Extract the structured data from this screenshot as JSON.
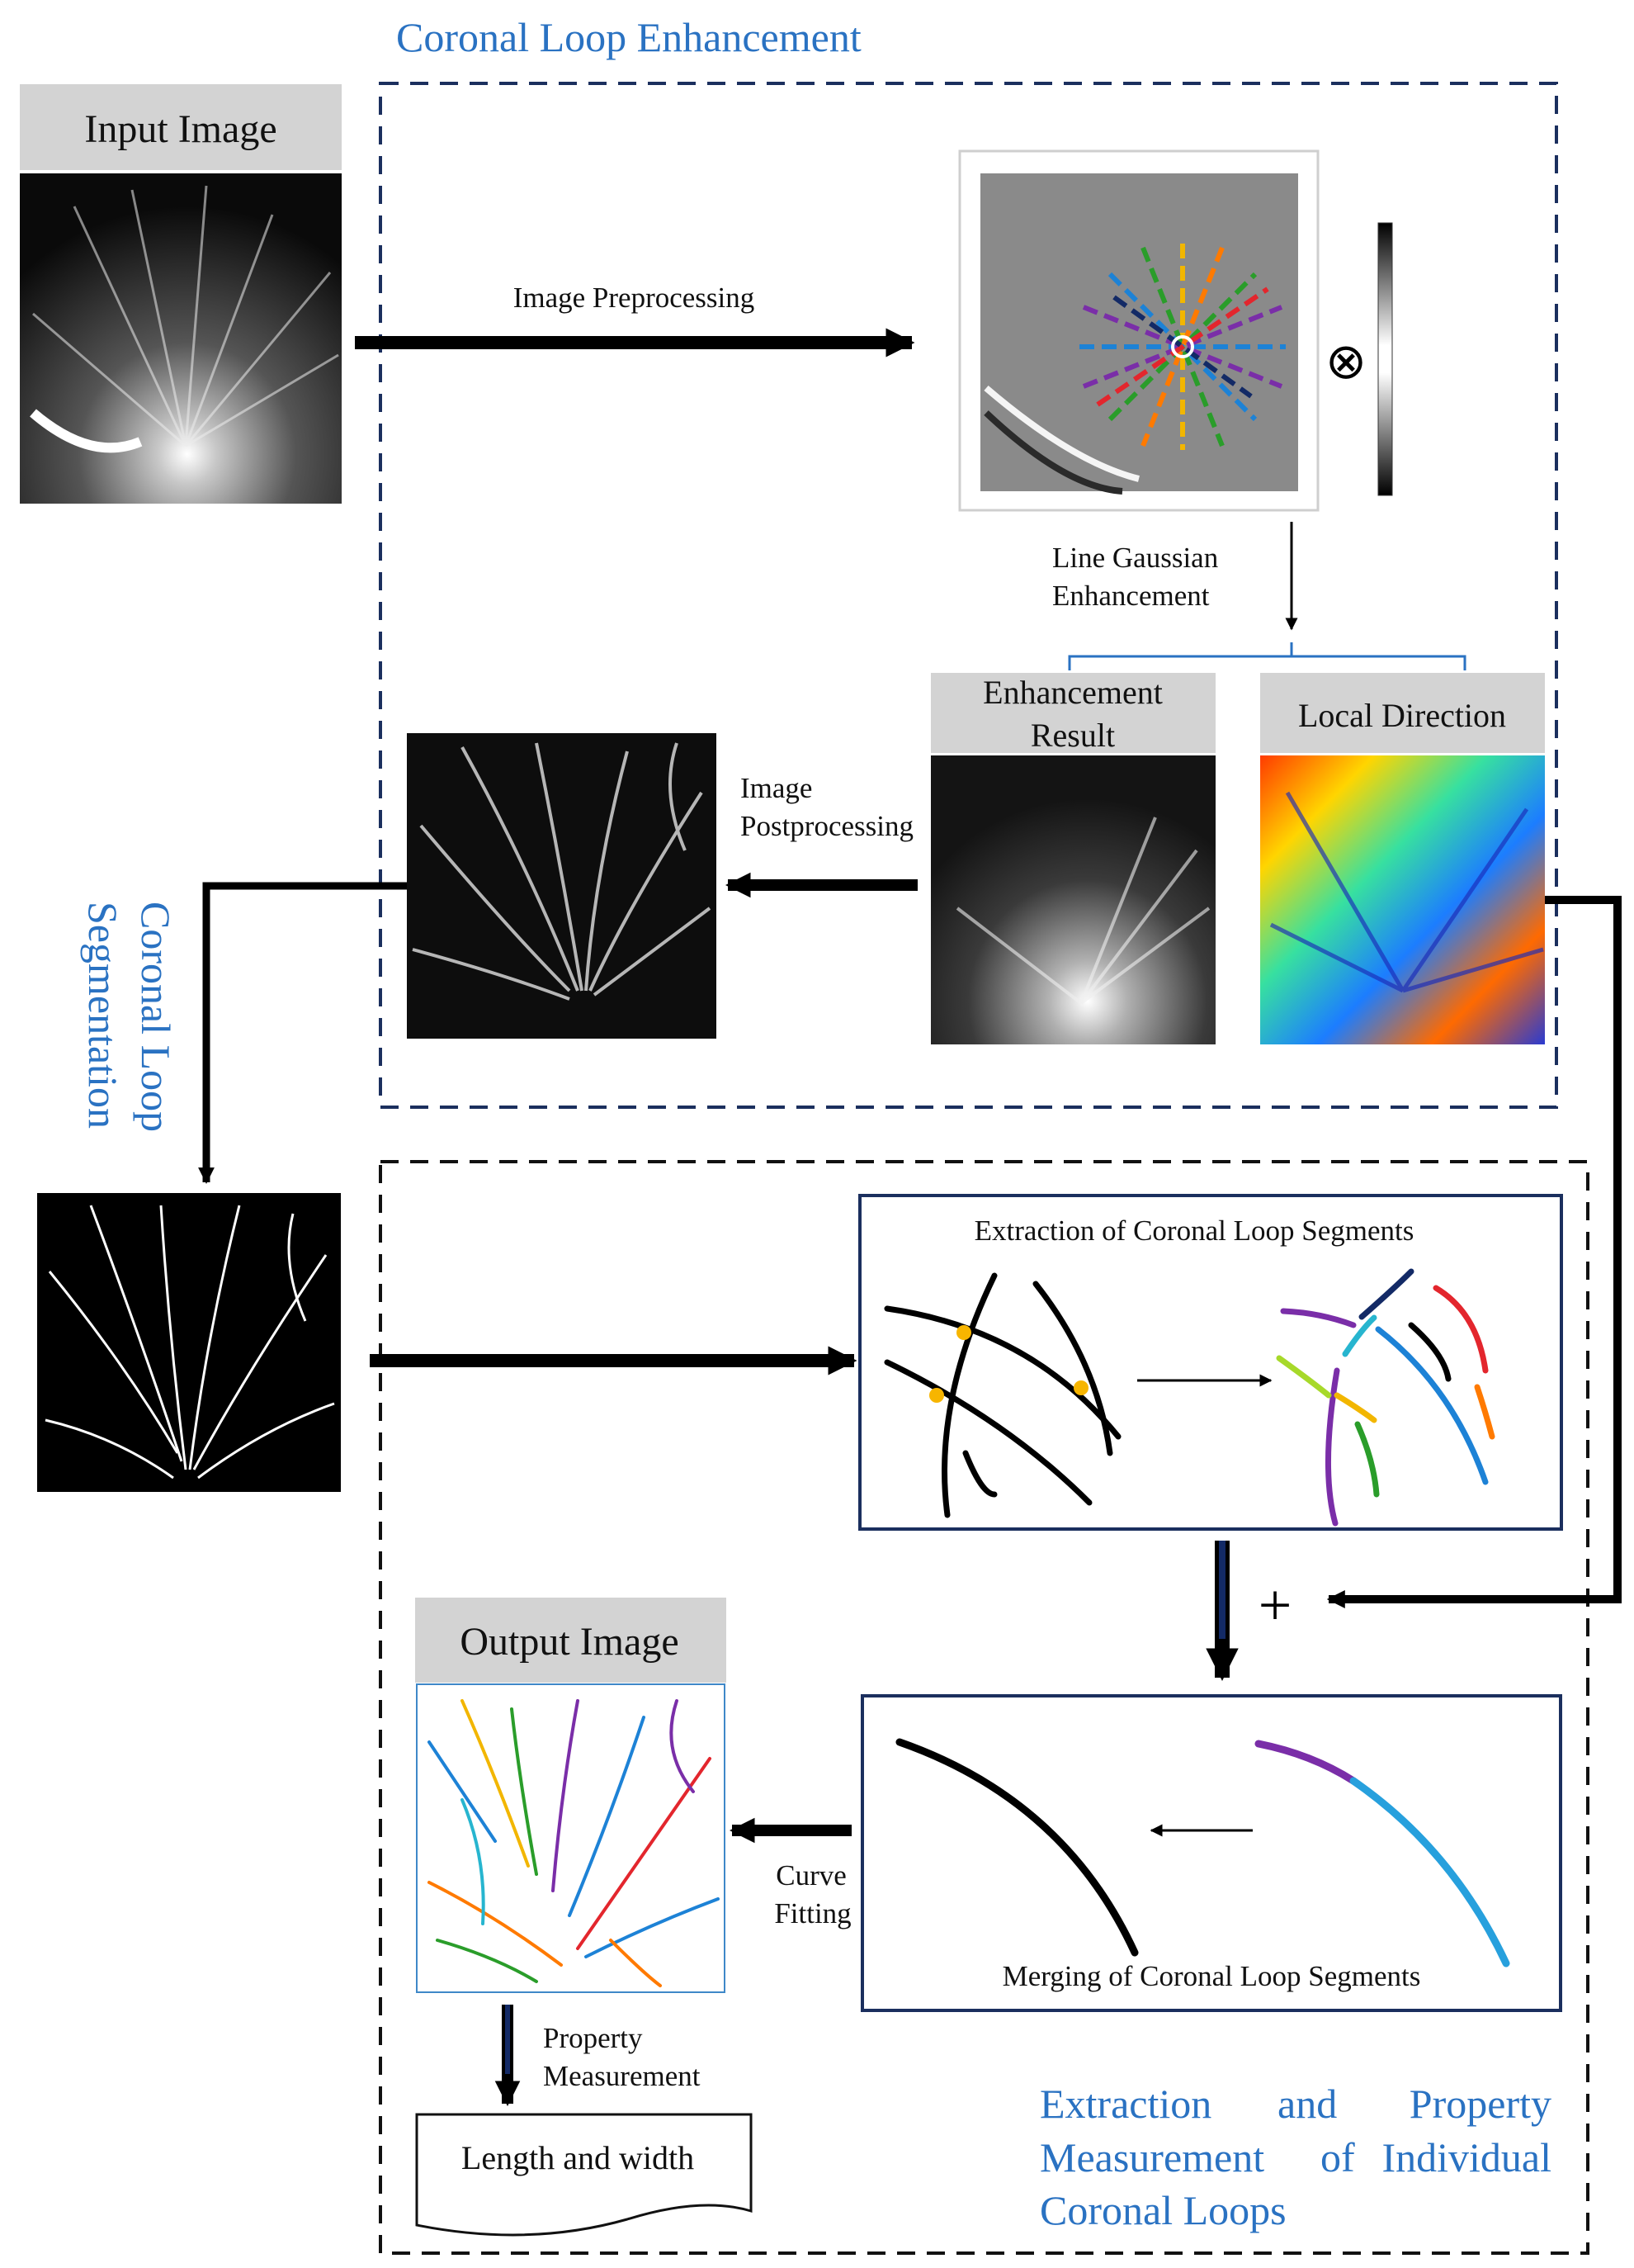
{
  "sections": {
    "enhancement_title": "Coronal Loop Enhancement",
    "segmentation_title": [
      "Coronal Loop",
      "Segmentation"
    ],
    "extraction_title": [
      "Extraction",
      "and",
      "Property",
      "Measurement",
      "of",
      "Individual",
      "Coronal Loops"
    ]
  },
  "panels": {
    "input_image": "Input Image",
    "enhancement_result": [
      "Enhancement",
      "Result"
    ],
    "local_direction": "Local Direction",
    "output_image": "Output Image"
  },
  "steps": {
    "preprocessing": "Image Preprocessing",
    "line_gaussian": [
      "Line Gaussian",
      "Enhancement"
    ],
    "postprocessing": [
      "Image",
      "Postprocessing"
    ],
    "curve_fitting": [
      "Curve",
      "Fitting"
    ],
    "property_measurement": [
      "Property",
      "Measurement"
    ]
  },
  "boxes": {
    "extraction": "Extraction of Coronal Loop Segments",
    "merging": "Merging of Coronal Loop Segments",
    "result": "Length and width"
  },
  "symbols": {
    "convolution": "⊗",
    "plus": "+"
  },
  "colors": {
    "accent_blue": "#2a72c2",
    "box_navy": "#1b2f5e",
    "header_gray": "#d3d3d3"
  }
}
